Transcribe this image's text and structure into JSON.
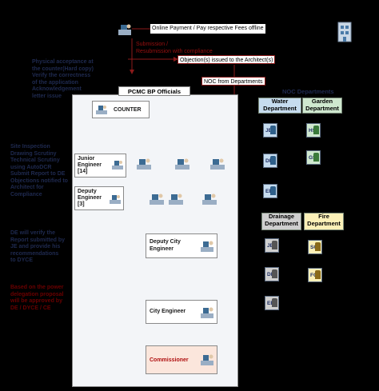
{
  "top": {
    "payment_label": "Online Payment / Pay respective Fees offline",
    "submission_line1": "Submission /",
    "submission_line2": "Resubmission with compliance",
    "objection_label": "Objection(s) issued to the Architect(s)",
    "noc_from_departments": "NOC from Departments"
  },
  "panel": {
    "title": "PCMC BP Officials",
    "counter": "COUNTER",
    "junior_engineer": [
      "Junior",
      "Engineer",
      "[14]"
    ],
    "deputy_engineer": [
      "Deputy",
      "Engineer",
      "[3]"
    ],
    "deputy_city_engineer": [
      "Deputy City",
      "Engineer"
    ],
    "city_engineer": "City Engineer",
    "commissioner": "Commissioner"
  },
  "notes": {
    "physical_acceptance": [
      "Physical acceptance at",
      "the counter(Hard copy)",
      "Verify the correctness",
      "of the application",
      "Acknowledgement",
      "letter issue"
    ],
    "site_inspection": [
      "Site Inspection",
      "Drawing Scrutiny",
      "Technical Scrutiny",
      "using AutoDCR",
      "Submit Report to DE",
      "Objections notified to",
      "Architect for",
      "Compliance"
    ],
    "de_verify": [
      "DE will verify the",
      "Report submitted by",
      "JE and provide his",
      "recommendations",
      "to DYCE"
    ],
    "power_delegation": [
      "Based on the power",
      "delegation proposal",
      "will be approved by",
      "DE / DYCE / CE"
    ]
  },
  "noc": {
    "title": "NOC Departments",
    "water": [
      "Water",
      "Department"
    ],
    "garden": [
      "Garden",
      "Department"
    ],
    "drainage": [
      "Drainage",
      "Department"
    ],
    "fire": [
      "Fire",
      "Department"
    ],
    "water_roles": [
      "JE",
      "DE",
      "EE"
    ],
    "garden_roles": [
      "HS",
      "GS"
    ],
    "drainage_roles": [
      "JE",
      "DE",
      "EE"
    ],
    "fire_roles": [
      "SO",
      "FO"
    ]
  },
  "colors": {
    "background": "#000000",
    "navy_text": "#1f2a50",
    "red_text": "#6b0000",
    "flow_red": "#8b1a1a",
    "water_fill": "#c6dcef",
    "garden_fill": "#cfe8cf",
    "drainage_fill": "#cfcfcf",
    "fire_fill": "#fbf0b8",
    "commissioner_fill": "#fbe6dc",
    "commissioner_text": "#b01010"
  }
}
